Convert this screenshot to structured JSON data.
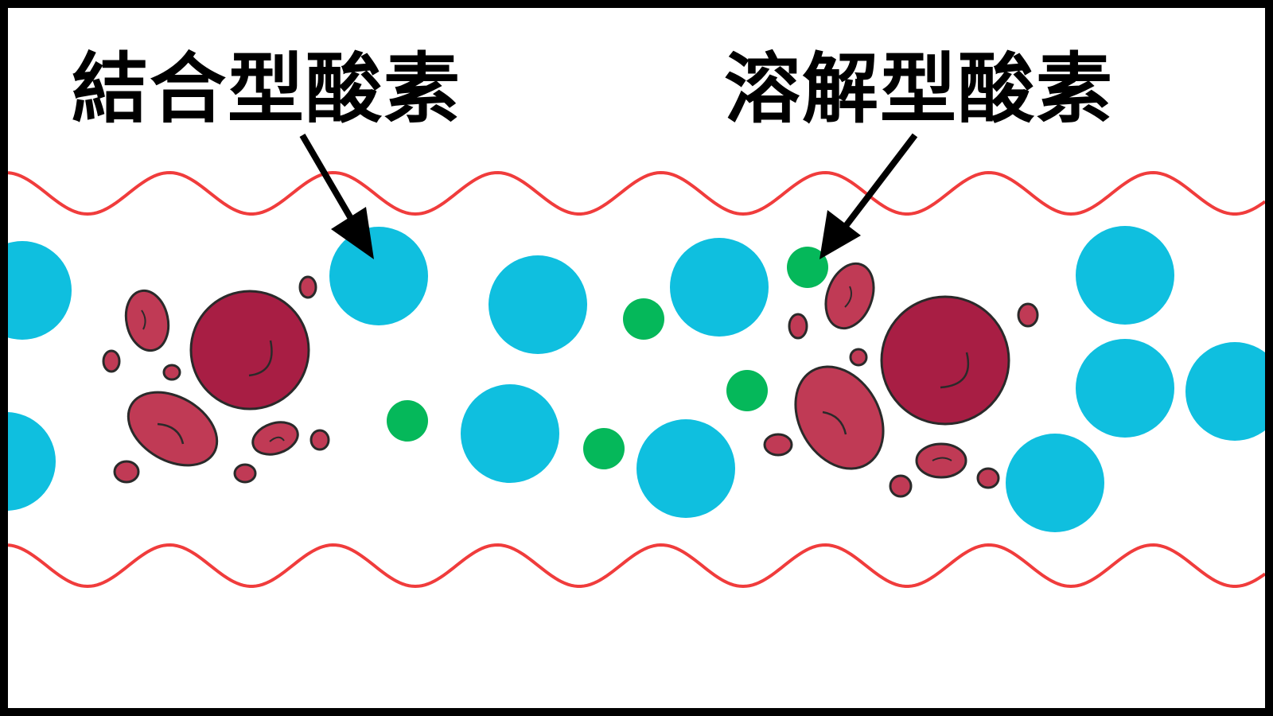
{
  "labels": {
    "bound_oxygen": "結合型酸素",
    "dissolved_oxygen": "溶解型酸素"
  },
  "colors": {
    "background": "#ffffff",
    "frame": "#000000",
    "vessel_wall": "#f03c3c",
    "bound_oxygen_circle": "#0fbfdf",
    "dissolved_oxygen_dot": "#05b85a",
    "red_blood_cell_large": "#a81e44",
    "red_blood_cell_small": "#c03a55",
    "outline": "#2a2a2a",
    "arrow": "#000000"
  },
  "icons": {
    "bound_oxygen": "blue-oxygen-circle",
    "dissolved_oxygen": "green-oxygen-dot",
    "blood_cell": "red-blood-cell"
  }
}
